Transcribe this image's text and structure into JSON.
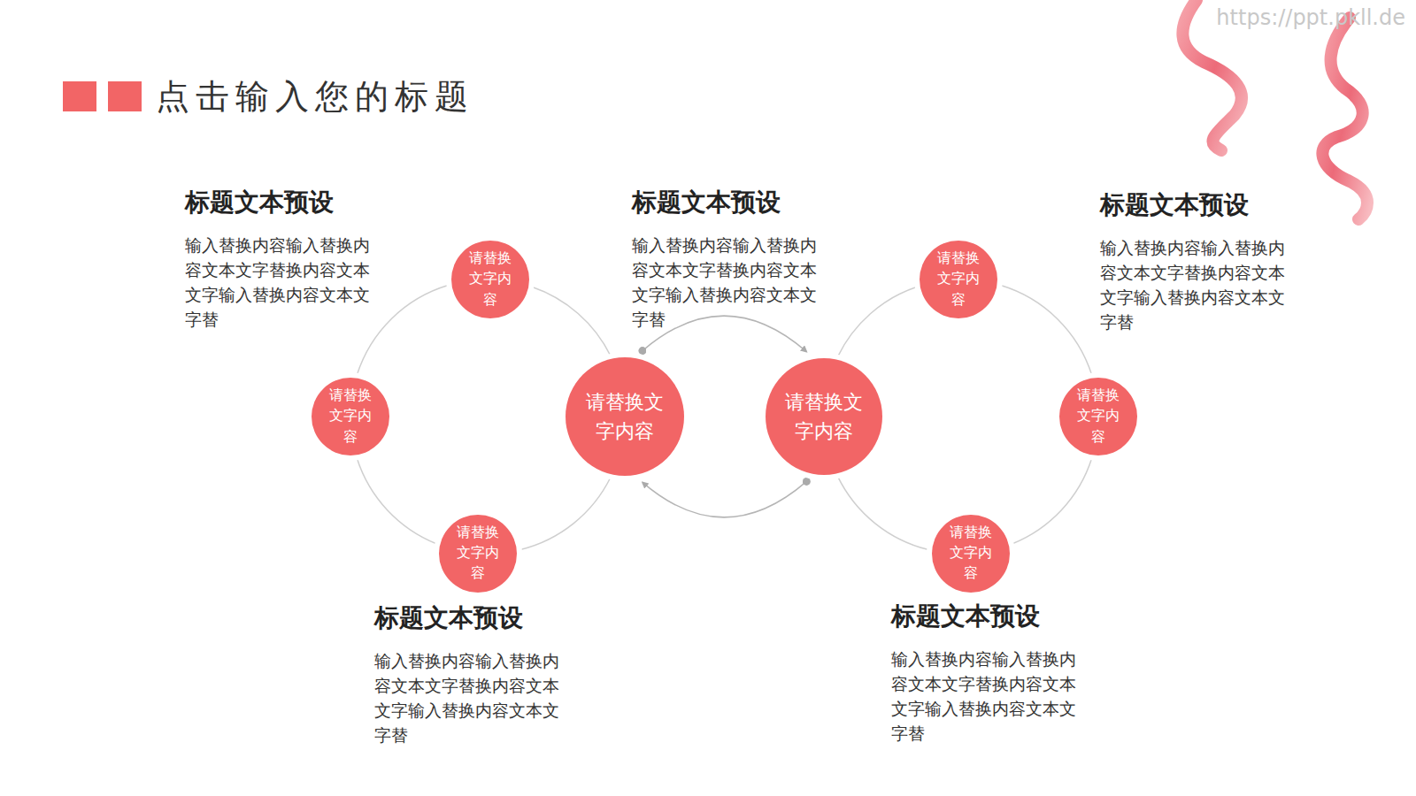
{
  "diagram": {
    "title": "点击输入您的标题",
    "nodes": [
      {
        "text": [
          "请替换文字内容"
        ]
      },
      {
        "text": [
          "请替换文字内容"
        ]
      },
      {
        "text": [
          "请替换文字内容"
        ]
      },
      {
        "text": [
          "请替换文字内容"
        ]
      },
      {
        "text": [
          "请替换文字内容"
        ]
      },
      {
        "text": [
          "请替换文字内容"
        ]
      },
      {
        "text": [
          "请替换文字内容"
        ]
      },
      {
        "text": [
          "请替换文字内容"
        ]
      }
    ],
    "edges": [
      {
        "from": 0,
        "to": 1,
        "arrow": "none"
      },
      {
        "from": 1,
        "to": 6,
        "arrow": "none"
      },
      {
        "from": 6,
        "to": 2,
        "arrow": "none"
      },
      {
        "from": 2,
        "to": 0,
        "arrow": "none"
      },
      {
        "from": 3,
        "to": 4,
        "arrow": "none"
      },
      {
        "from": 4,
        "to": 5,
        "arrow": "none"
      },
      {
        "from": 5,
        "to": 7,
        "arrow": "none"
      },
      {
        "from": 7,
        "to": 3,
        "arrow": "none"
      },
      {
        "from": 2,
        "to": 3,
        "arrow": "to"
      },
      {
        "from": 3,
        "to": 2,
        "arrow": "to"
      }
    ],
    "labels": [
      "标题文本预设",
      "输入替换内容输入替换内容文本文字替换内容文本文字输入替换内容文本文字替",
      "标题文本预设",
      "输入替换内容输入替换内容文本文字替换内容文本文字输入替换内容文本文字替",
      "标题文本预设",
      "输入替换内容输入替换内容文本文字替换内容文本文字输入替换内容文本文字替",
      "标题文本预设",
      "输入替换内容输入替换内容文本文字替换内容文本文字输入替换内容文本文字替",
      "标题文本预设",
      "输入替换内容输入替换内容文本文字替换内容文本文字输入替换内容文本文字替",
      "https://ppt.pkll.de"
    ]
  }
}
